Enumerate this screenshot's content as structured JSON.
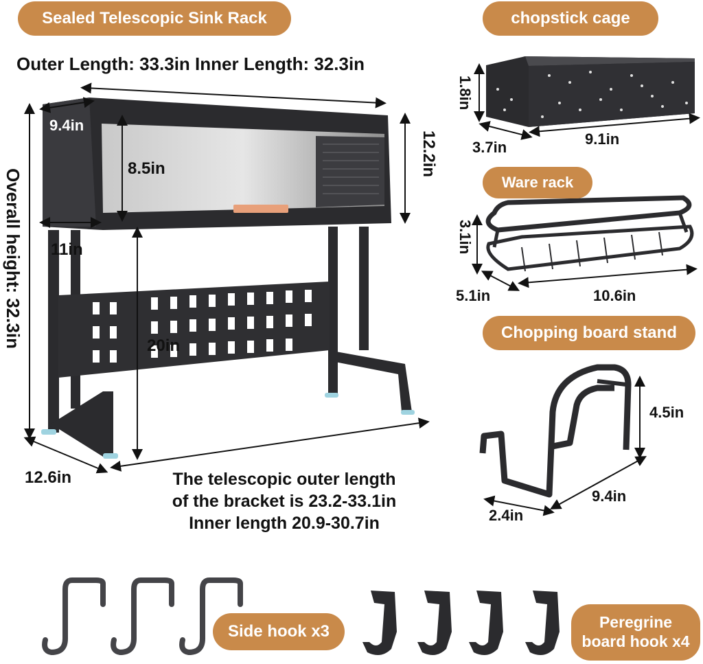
{
  "labels": {
    "sink_rack": "Sealed Telescopic Sink Rack",
    "chopstick_cage": "chopstick cage",
    "ware_rack": "Ware rack",
    "chopping_board_stand": "Chopping board stand",
    "side_hook": "Side hook x3",
    "peregrine_hook_line1": "Peregrine",
    "peregrine_hook_line2": "board hook x4"
  },
  "dimensions": {
    "outer_inner_length": "Outer Length: 33.3in Inner Length: 32.3in",
    "overall_height": "Overall height: 32.3in",
    "depth_top": "9.4in",
    "door_height": "8.5in",
    "cabinet_height": "12.2in",
    "bottom_depth": "11in",
    "leg_height": "20in",
    "base_depth": "12.6in",
    "cage_height": "1.8in",
    "cage_width": "3.7in",
    "cage_length": "9.1in",
    "ware_height": "3.1in",
    "ware_width": "5.1in",
    "ware_length": "10.6in",
    "stand_height": "4.5in",
    "stand_depth": "2.4in",
    "stand_length": "9.4in"
  },
  "caption": {
    "line1": "The telescopic outer length",
    "line2": "of the bracket is 23.2-33.1in",
    "line3": "Inner length 20.9-30.7in"
  },
  "colors": {
    "accent": "#c98a4a",
    "product": "#2b2b2e",
    "handle": "#e8a07a"
  }
}
